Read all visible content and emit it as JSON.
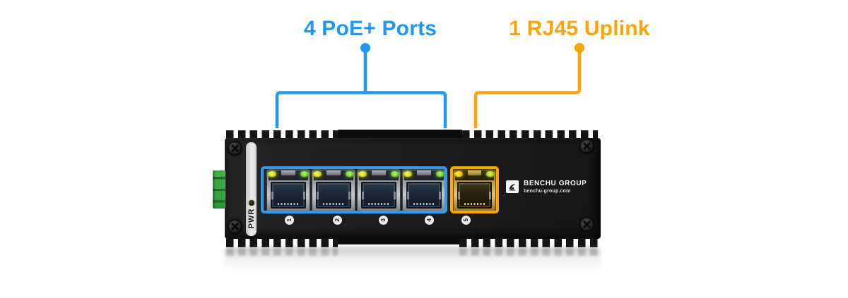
{
  "annotations": {
    "poe_label": "4 PoE+ Ports",
    "uplink_label": "1 RJ45 Uplink"
  },
  "device": {
    "power_led_label": "PWR",
    "brand_name": "BENCHU GROUP",
    "brand_url": "benchu-group.com",
    "ports": [
      {
        "number": "1",
        "kind": "PoE+"
      },
      {
        "number": "2",
        "kind": "PoE+"
      },
      {
        "number": "3",
        "kind": "PoE+"
      },
      {
        "number": "4",
        "kind": "PoE+"
      },
      {
        "number": "5",
        "kind": "RJ45 Uplink"
      }
    ]
  },
  "colors": {
    "poe_accent": "#2196F3",
    "poe_highlight": "#2E9BF0",
    "uplink_accent": "#FFA408",
    "led_yellow_green": "#C2D414",
    "led_green": "#67C32C",
    "led_yellow": "#E3C508",
    "body_black": "#1C1C1C",
    "bezel_silver": "#B0B5BA",
    "bezel_gold": "#CFB35E",
    "terminal_green": "#3AA842",
    "label_strip_gray": "#E2E2E2"
  }
}
